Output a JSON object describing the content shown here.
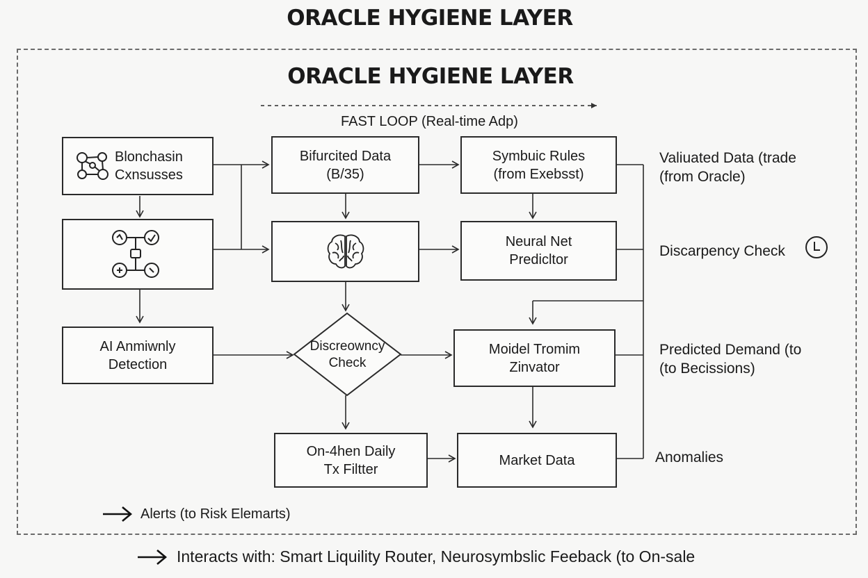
{
  "header": {
    "title": "ORACLE HYGIENE LAYER"
  },
  "panel": {
    "title": "ORACLE HYGIENE LAYER",
    "fast_loop_label": "FAST LOOP (Real-time Adp)"
  },
  "boxes": {
    "blockchain": "Blonchasin\nCxnsusses",
    "bifurcated": "Bifurcited Data\n(B/35)",
    "symbolic": "Symbuic Rules\n(from Exebsst)",
    "neural": "Neural Net\nPredicltor",
    "anomaly": "AI Anmiwnly\nDetection",
    "discrepancy_diamond": "Discreowncy\nCheck",
    "model": "Moidel Tromim\nZinvator",
    "onchain": "On-4hen Daily\nTx Filtter",
    "market": "Market Data"
  },
  "outputs": {
    "validated": "Valiuated Data (trade\n(from Oracle)",
    "discrepancy": "Discarpency Check",
    "predicted": "Predicted Demand (to\n(to Becissions)",
    "anomalies": "Anomalies"
  },
  "legend": {
    "alerts": "Alerts (to Risk Elemarts)"
  },
  "footer": {
    "interacts": "Interacts with: Smart Liquility Router, Neurosymbslic Feeback (to On-sale"
  },
  "icons": {
    "network": "network-nodes-icon",
    "circuit": "circuit-nodes-icon",
    "brain": "brain-icon",
    "clock": "clock-icon"
  }
}
